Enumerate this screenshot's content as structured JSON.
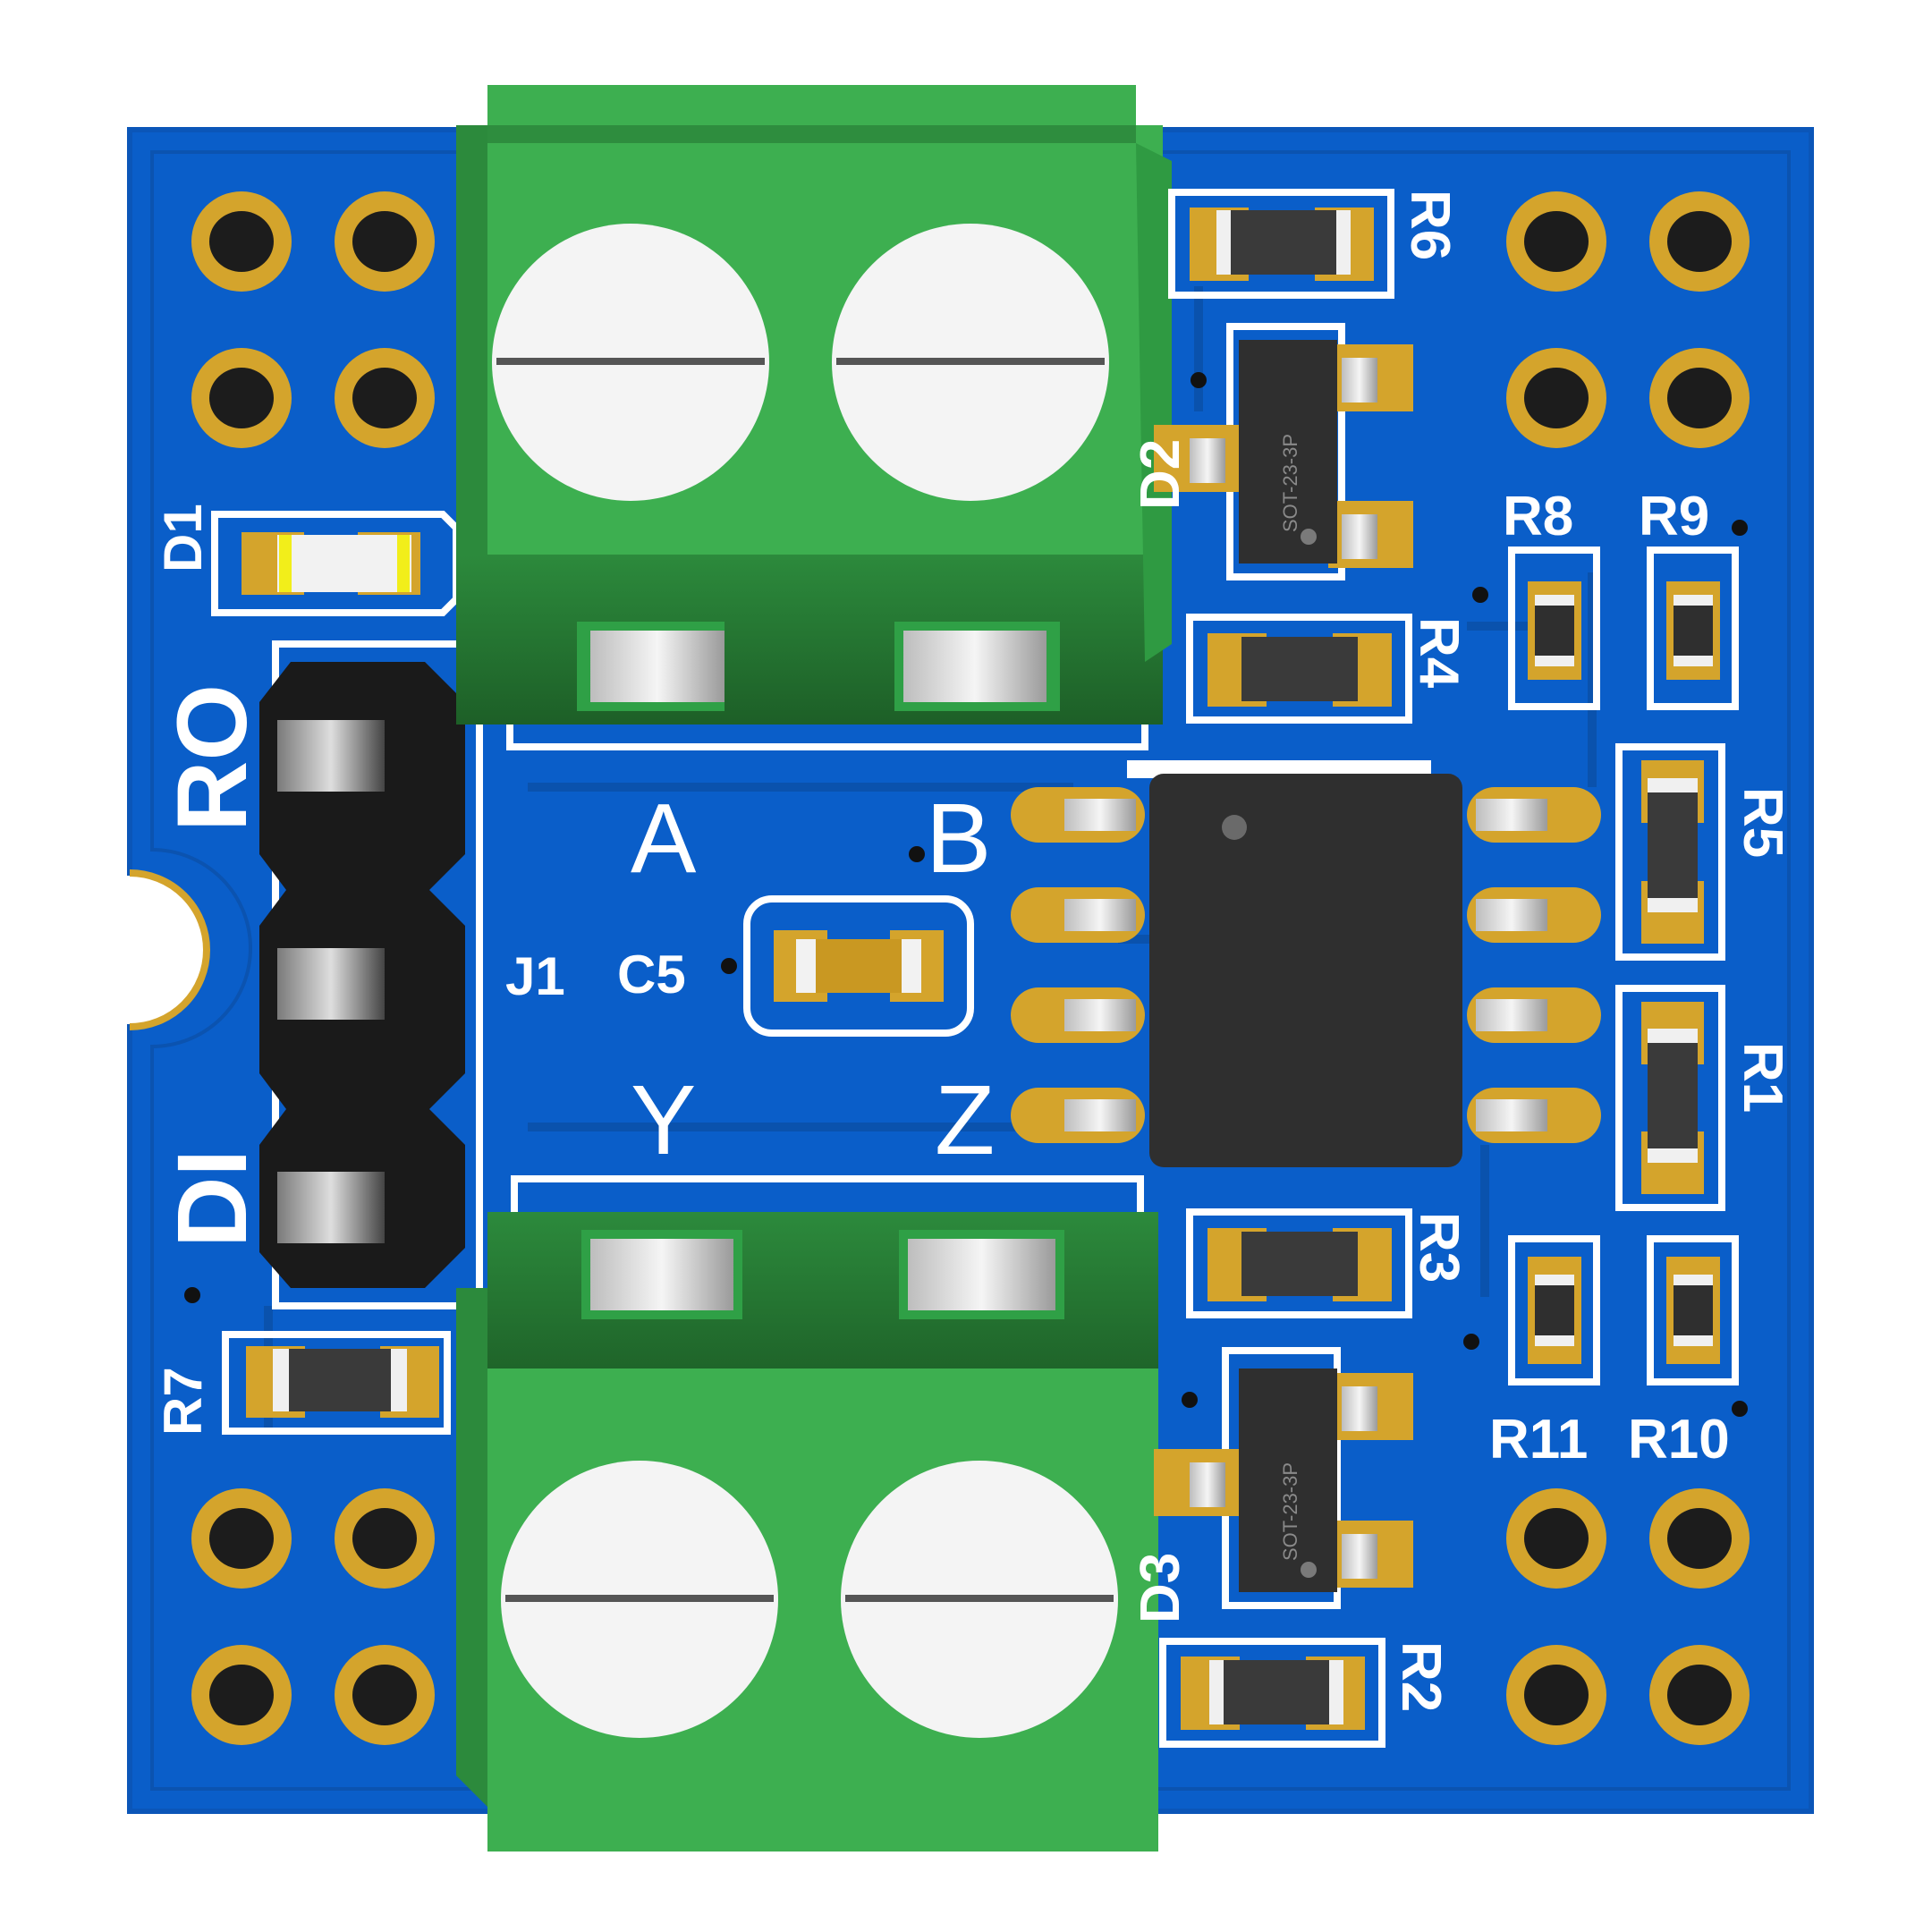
{
  "board": {
    "colors": {
      "pcb": "#0a5ec9",
      "pcb_edge": "#0b56b8",
      "copper": "#d4a42c",
      "silkscreen": "#ffffff",
      "terminal_green": "#3daf50",
      "terminal_dark": "#1f6a2a",
      "ic_body": "#2f2f2f",
      "header_black": "#1a1a1a",
      "screw_white": "#f4f4f4",
      "led_yellow": "#f2ee1a"
    },
    "labels": {
      "d1": "D1",
      "ro": "RO",
      "di": "DI",
      "r7": "R7",
      "a": "A",
      "b": "B",
      "y": "Y",
      "z": "Z",
      "j1": "J1",
      "c5": "C5",
      "r6": "R6",
      "r4": "R4",
      "d2": "D2",
      "r8": "R8",
      "r9": "R9",
      "r5": "R5",
      "r1": "R1",
      "r3": "R3",
      "r11": "R11",
      "r10": "R10",
      "d3": "D3",
      "r2": "R2",
      "sot_top": "SOT-23-3P",
      "sot_bottom": "SOT-23-3P"
    }
  }
}
